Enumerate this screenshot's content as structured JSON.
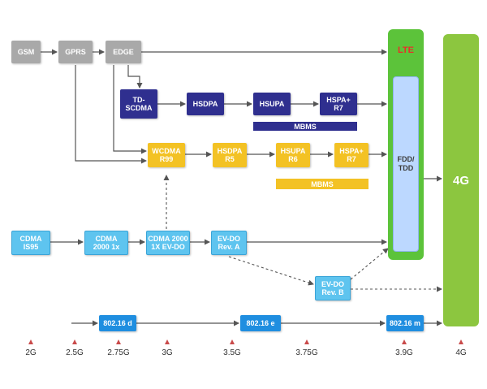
{
  "nodes": {
    "gsm": "GSM",
    "gprs": "GPRS",
    "edge": "EDGE",
    "td_scdma": "TD-\nSCDMA",
    "hsdpa_td": "HSDPA",
    "hsupa_td": "HSUPA",
    "hspa_plus_r7_td": "HSPA+\nR7",
    "mbms_td": "MBMS",
    "wcdma": "WCDMA\nR99",
    "hsdpa_r5": "HSDPA\nR5",
    "hsupa_r6": "HSUPA\nR6",
    "hspa_plus_r7": "HSPA+\nR7",
    "mbms": "MBMS",
    "cdma_is95": "CDMA\nIS95",
    "cdma2000_1x": "CDMA\n2000 1x",
    "cdma2000_evdo": "CDMA 2000\n1X EV-DO",
    "evdo_rev_a": "EV-DO\nRev. A",
    "evdo_rev_b": "EV-DO\nRev. B",
    "wimax_d": "802.16 d",
    "wimax_e": "802.16 e",
    "wimax_m": "802.16 m",
    "lte": "LTE",
    "fdd_tdd": "FDD/\nTDD",
    "g4": "4G"
  },
  "generations": [
    "2G",
    "2.5G",
    "2.75G",
    "3G",
    "3.5G",
    "3.75G",
    "3.9G",
    "4G"
  ],
  "colors": {
    "gsm_family": "#a9a9a9",
    "td_family": "#2f2f8f",
    "wcdma_family": "#f3c224",
    "cdma_family": "#5ec4ef",
    "wimax_family": "#1f8ee0",
    "lte": "#5cc33a",
    "g4": "#8cc63f",
    "lte_label": "#e8302a",
    "generation_marker": "#c94a4a"
  }
}
